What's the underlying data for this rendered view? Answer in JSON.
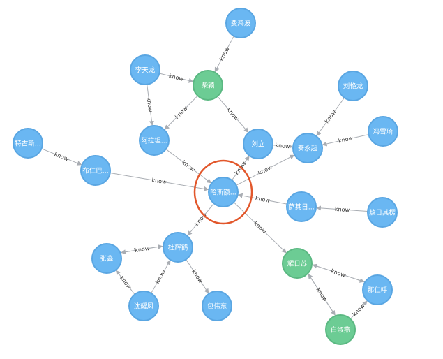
{
  "graph": {
    "colors": {
      "blue_fill": "#6ab7f2",
      "blue_stroke": "#5aa6e2",
      "green_fill": "#6ccc94",
      "green_stroke": "#5bb882",
      "edge": "#a9adb3",
      "highlight": "#e2572b"
    },
    "nodes": [
      {
        "id": "fei",
        "label": "费鸿波",
        "type": "blue"
      },
      {
        "id": "li",
        "label": "李天龙",
        "type": "blue"
      },
      {
        "id": "chai",
        "label": "柴颖",
        "type": "green"
      },
      {
        "id": "aladan",
        "label": "阿拉坦...",
        "type": "blue"
      },
      {
        "id": "liuli",
        "label": "刘立",
        "type": "blue"
      },
      {
        "id": "qin",
        "label": "秦永超",
        "type": "blue"
      },
      {
        "id": "liuyan",
        "label": "刘艳龙",
        "type": "blue"
      },
      {
        "id": "feng",
        "label": "冯雪琦",
        "type": "blue"
      },
      {
        "id": "tegu",
        "label": "特古斯...",
        "type": "blue"
      },
      {
        "id": "buren",
        "label": "布仁巴...",
        "type": "blue"
      },
      {
        "id": "hasi",
        "label": "哈斯额...",
        "type": "blue"
      },
      {
        "id": "saqi",
        "label": "萨其日...",
        "type": "blue"
      },
      {
        "id": "ao",
        "label": "敖日其楞",
        "type": "blue"
      },
      {
        "id": "du",
        "label": "杜辉鹤",
        "type": "blue"
      },
      {
        "id": "zhang",
        "label": "张鑫",
        "type": "blue"
      },
      {
        "id": "shen",
        "label": "沈耀凤",
        "type": "blue"
      },
      {
        "id": "bao",
        "label": "包伟东",
        "type": "blue"
      },
      {
        "id": "yaori",
        "label": "耀日苏",
        "type": "green"
      },
      {
        "id": "narenhu",
        "label": "那仁呼",
        "type": "blue"
      },
      {
        "id": "baishu",
        "label": "白淑燕",
        "type": "green"
      }
    ],
    "edges": [
      {
        "from": "fei",
        "to": "chai",
        "label": "know"
      },
      {
        "from": "li",
        "to": "chai",
        "label": "know"
      },
      {
        "from": "li",
        "to": "aladan",
        "label": "know"
      },
      {
        "from": "chai",
        "to": "aladan",
        "label": "know"
      },
      {
        "from": "chai",
        "to": "liuli",
        "label": "know"
      },
      {
        "from": "aladan",
        "to": "hasi",
        "label": "know"
      },
      {
        "from": "liuli",
        "to": "qin",
        "label": "know"
      },
      {
        "from": "liuyan",
        "to": "qin",
        "label": "know"
      },
      {
        "from": "feng",
        "to": "qin",
        "label": "know"
      },
      {
        "from": "hasi",
        "to": "liuli",
        "label": "know"
      },
      {
        "from": "hasi",
        "to": "qin",
        "label": "know"
      },
      {
        "from": "tegu",
        "to": "buren",
        "label": "know"
      },
      {
        "from": "buren",
        "to": "hasi",
        "label": "know"
      },
      {
        "from": "saqi",
        "to": "hasi",
        "label": "know"
      },
      {
        "from": "ao",
        "to": "saqi",
        "label": "know"
      },
      {
        "from": "hasi",
        "to": "du",
        "label": "know"
      },
      {
        "from": "hasi",
        "to": "yaori",
        "label": "know"
      },
      {
        "from": "zhang",
        "to": "du",
        "label": "know"
      },
      {
        "from": "du",
        "to": "zhang",
        "label": "know"
      },
      {
        "from": "shen",
        "to": "zhang",
        "label": "know"
      },
      {
        "from": "shen",
        "to": "du",
        "label": "know"
      },
      {
        "from": "du",
        "to": "bao",
        "label": "know"
      },
      {
        "from": "narenhu",
        "to": "yaori",
        "label": "know"
      },
      {
        "from": "yaori",
        "to": "narenhu",
        "label": "know"
      },
      {
        "from": "yaori",
        "to": "baishu",
        "label": "know"
      },
      {
        "from": "baishu",
        "to": "yaori",
        "label": "know"
      },
      {
        "from": "baishu",
        "to": "narenhu",
        "label": "know"
      }
    ],
    "highlighted_node": "hasi"
  }
}
